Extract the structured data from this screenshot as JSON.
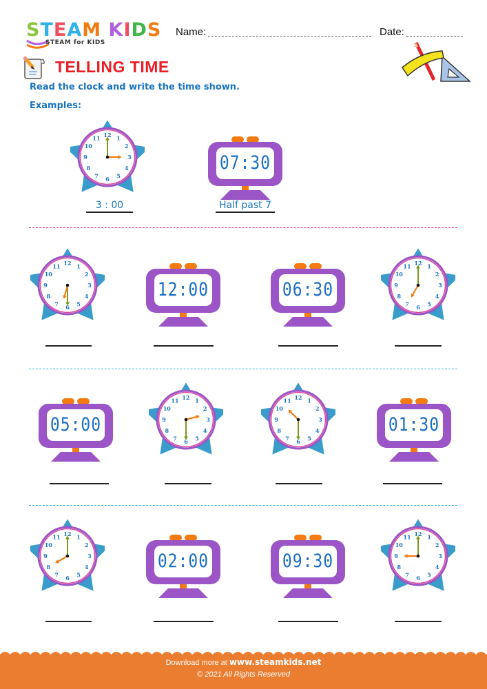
{
  "header": {
    "logo": {
      "letters": [
        {
          "char": "S",
          "color": "#8cc63f"
        },
        {
          "char": "T",
          "color": "#2fb2e6"
        },
        {
          "char": "E",
          "color": "#ef4f5d"
        },
        {
          "char": "A",
          "color": "#2fb2e6"
        },
        {
          "char": "M",
          "color": "#f47a12"
        },
        {
          "char": " ",
          "color": "#ffffff"
        },
        {
          "char": "K",
          "color": "#b25ee0"
        },
        {
          "char": "I",
          "color": "#ef4f5d"
        },
        {
          "char": "D",
          "color": "#3fb54a"
        },
        {
          "char": "S",
          "color": "#f47a12"
        }
      ],
      "subtitle": "STEAM for KIDS"
    },
    "name_label": "Name:",
    "date_label": "Date:"
  },
  "worksheet": {
    "title": "TELLING TIME",
    "instruction": "Read the clock and write the time shown.",
    "examples_label": "Examples:"
  },
  "colors": {
    "title_red": "#e81d25",
    "text_blue": "#1874c1",
    "star_blue": "#3a9ccb",
    "clock_purple": "#9b55c6",
    "accent_orange": "#f47a12",
    "minute_hand_green": "#7a9a1e",
    "footer_orange": "#eb7d31",
    "separator_pink": "#e8338f",
    "separator_blue": "#2fb2e6"
  },
  "examples": [
    {
      "type": "analog",
      "hour": 3,
      "minute": 0,
      "answer": "3 : 00"
    },
    {
      "type": "digital",
      "display": "07:30",
      "answer": "Half past 7"
    }
  ],
  "rows": [
    [
      {
        "type": "analog",
        "hour": 6,
        "minute": 30
      },
      {
        "type": "digital",
        "display": "12:00"
      },
      {
        "type": "digital",
        "display": "06:30"
      },
      {
        "type": "analog",
        "hour": 7,
        "minute": 0
      }
    ],
    [
      {
        "type": "digital",
        "display": "05:00"
      },
      {
        "type": "analog",
        "hour": 2,
        "minute": 30
      },
      {
        "type": "analog",
        "hour": 10,
        "minute": 30
      },
      {
        "type": "digital",
        "display": "01:30"
      }
    ],
    [
      {
        "type": "analog",
        "hour": 8,
        "minute": 0
      },
      {
        "type": "digital",
        "display": "02:00"
      },
      {
        "type": "digital",
        "display": "09:30"
      },
      {
        "type": "analog",
        "hour": 9,
        "minute": 0
      }
    ]
  ],
  "clock_numbers": [
    "12",
    "1",
    "2",
    "3",
    "4",
    "5",
    "6",
    "7",
    "8",
    "9",
    "10",
    "11"
  ],
  "footer": {
    "download_prefix": "Download more at",
    "url": "www.steamkids.net",
    "copyright": "© 2021 All Rights Reserved"
  }
}
